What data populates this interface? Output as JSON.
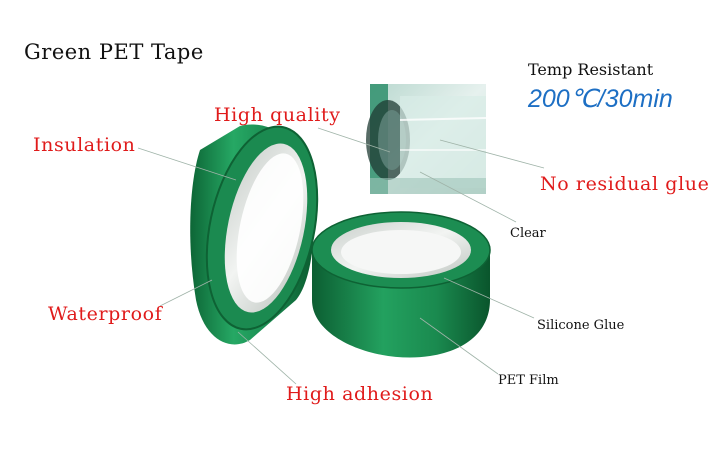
{
  "title": "Green PET Tape",
  "temperature": {
    "label": "Temp Resistant",
    "value": "200℃/30min"
  },
  "features": {
    "high_quality": "High quality",
    "insulation": "Insulation",
    "waterproof": "Waterproof",
    "high_adhesion": "High adhesion",
    "no_residual_glue": "No residual glue"
  },
  "parts": {
    "clear": "Clear",
    "silicone_glue": "Silicone Glue",
    "pet_film": "PET Film"
  },
  "colors": {
    "tape_green": "#1f9a5c",
    "tape_dark_green": "#0f6b3a",
    "core_inner": "#e8ece8",
    "feature_red": "#e01b1b",
    "temp_blue": "#1d6fc4"
  }
}
